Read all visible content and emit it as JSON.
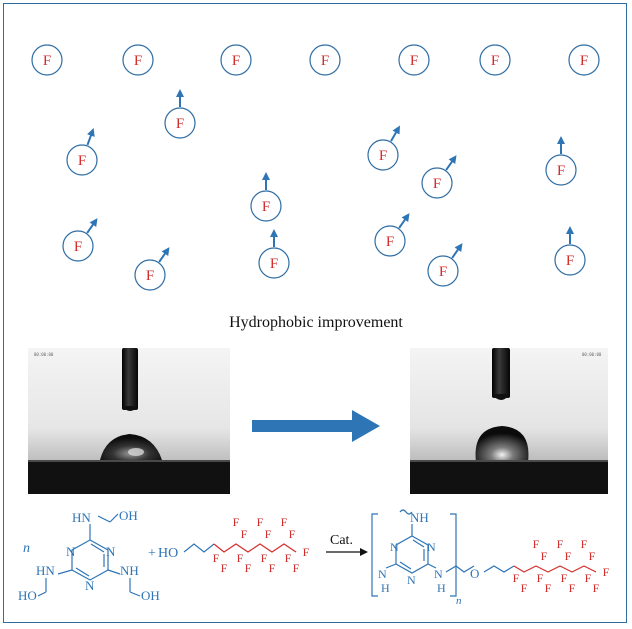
{
  "fluorine_label": "F",
  "caption": "Hydrophobic improvement",
  "photos": {
    "before_label": "00:00:00",
    "after_label": "00:00:00"
  },
  "reaction": {
    "coefficient": "n",
    "catalyst": "Cat.",
    "plus": "+",
    "hmm_groups": [
      "HN",
      "OH",
      "HN",
      "HO",
      "NH",
      "OH"
    ],
    "ring_atom": "N",
    "alcohol_head": "HO",
    "product_nh": "NH",
    "product_subscript": "n",
    "product_n": "N",
    "product_h": "H",
    "product_o": "O"
  },
  "colors": {
    "frame": "#2e6da4",
    "fluorine": "#d22d2d",
    "arrow": "#2e75b6",
    "chem_blue": "#2e75b6",
    "chem_red": "#d22d2d"
  }
}
